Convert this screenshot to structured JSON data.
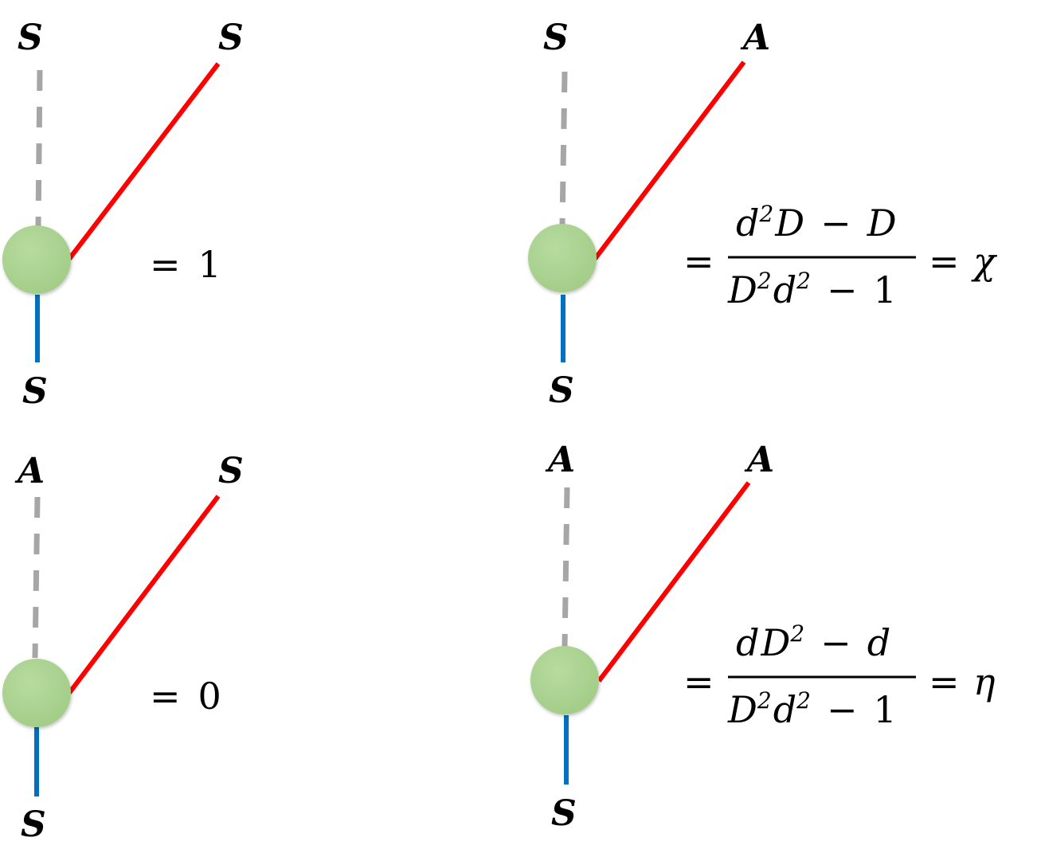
{
  "colors": {
    "dashed_leg": "#a6a6a6",
    "red_leg": "#ff0000",
    "blue_leg": "#0070c0",
    "node_fill": "#a9d18e",
    "text": "#000000"
  },
  "panels": [
    {
      "id": "top-left",
      "top_label": "S",
      "right_label": "S",
      "bottom_label": "S",
      "equals": "=",
      "value": "1"
    },
    {
      "id": "top-right",
      "top_label": "S",
      "right_label": "A",
      "bottom_label": "S",
      "equals": "=",
      "numerator": {
        "a": "d",
        "a_sup": "2",
        "b": "D",
        "op": "−",
        "c": "D"
      },
      "denominator": {
        "a": "D",
        "a_sup": "2",
        "b": "d",
        "b_sup": "2",
        "op": "−",
        "c": "1"
      },
      "result_equals": "=",
      "result": "χ"
    },
    {
      "id": "bottom-left",
      "top_label": "A",
      "right_label": "S",
      "bottom_label": "S",
      "equals": "=",
      "value": "0"
    },
    {
      "id": "bottom-right",
      "top_label": "A",
      "right_label": "A",
      "bottom_label": "S",
      "equals": "=",
      "numerator": {
        "a": "d",
        "b": "D",
        "b_sup": "2",
        "op": "−",
        "c": "d"
      },
      "denominator": {
        "a": "D",
        "a_sup": "2",
        "b": "d",
        "b_sup": "2",
        "op": "−",
        "c": "1"
      },
      "result_equals": "=",
      "result": "η"
    }
  ]
}
